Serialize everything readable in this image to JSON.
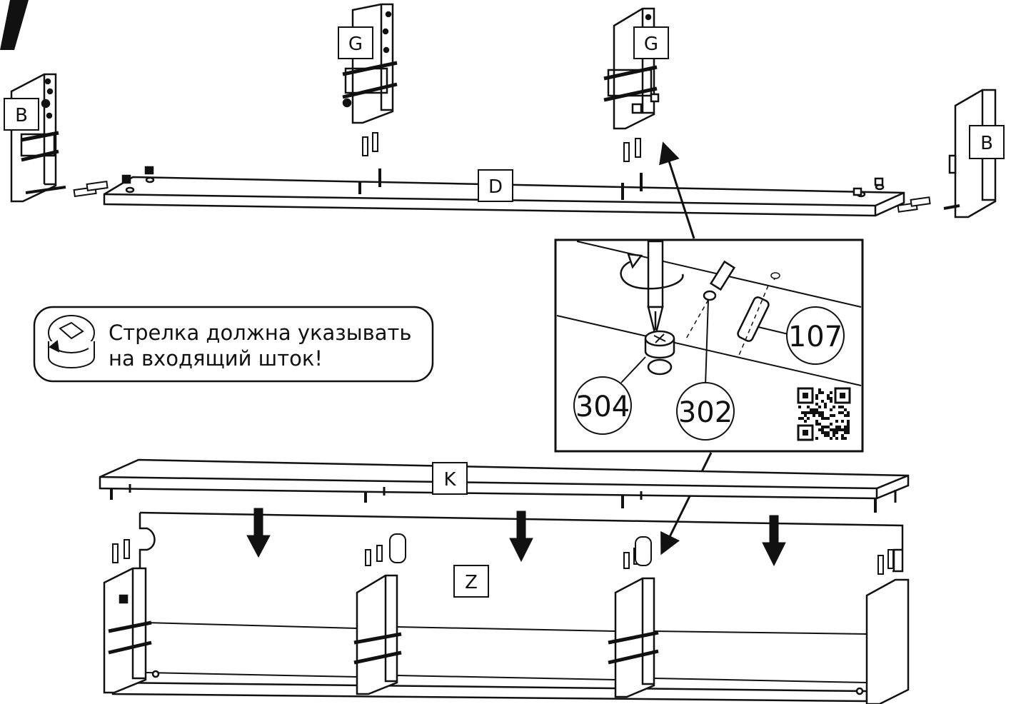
{
  "step_mark": "/",
  "panel_labels": {
    "b_left": "B",
    "b_right": "B",
    "g_left": "G",
    "g_right": "G",
    "d": "D",
    "k": "K",
    "z": "Z"
  },
  "part_numbers": {
    "cam": "304",
    "bolt": "302",
    "dowel": "107"
  },
  "note": {
    "line1": "Стрелка должна указывать",
    "line2": "на входящий шток!"
  },
  "icons": [
    "cam-lock-icon",
    "qr-code-icon",
    "screwdriver-icon",
    "rotation-arrow-icon",
    "down-arrow-icon"
  ]
}
